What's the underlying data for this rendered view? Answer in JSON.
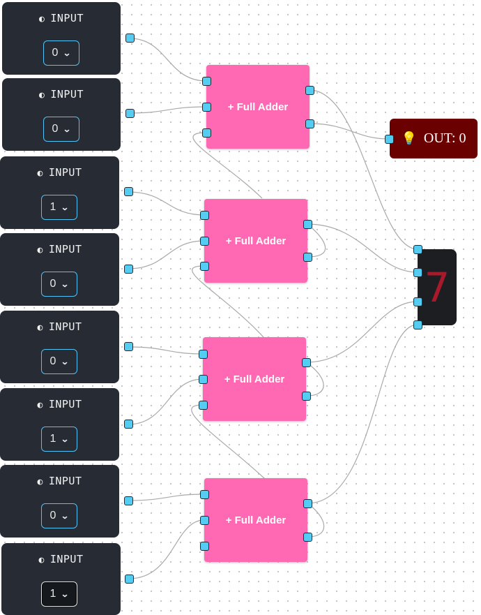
{
  "inputs": [
    {
      "title": "INPUT",
      "value": "0",
      "icon": "contrast-icon"
    },
    {
      "title": "INPUT",
      "value": "0",
      "icon": "contrast-icon"
    },
    {
      "title": "INPUT",
      "value": "1",
      "icon": "contrast-icon"
    },
    {
      "title": "INPUT",
      "value": "0",
      "icon": "contrast-icon"
    },
    {
      "title": "INPUT",
      "value": "0",
      "icon": "contrast-icon"
    },
    {
      "title": "INPUT",
      "value": "1",
      "icon": "contrast-icon"
    },
    {
      "title": "INPUT",
      "value": "0",
      "icon": "contrast-icon"
    },
    {
      "title": "INPUT",
      "value": "1",
      "icon": "contrast-icon"
    }
  ],
  "adders": [
    {
      "label": "+ Full Adder"
    },
    {
      "label": "+ Full Adder"
    },
    {
      "label": "+ Full Adder"
    },
    {
      "label": "+ Full Adder"
    }
  ],
  "output": {
    "label": "OUT: 0",
    "icon": "lightbulb-icon"
  },
  "display": {
    "digit": "7"
  },
  "colors": {
    "canvas": "#ffffff",
    "input_node": "#262b34",
    "handle": "#55cdf2",
    "adder": "#ff69b4",
    "output_node": "#6b0000",
    "display_bg": "#1d1e22",
    "display_digit": "#a8192b",
    "wire": "#a9a9a9"
  }
}
